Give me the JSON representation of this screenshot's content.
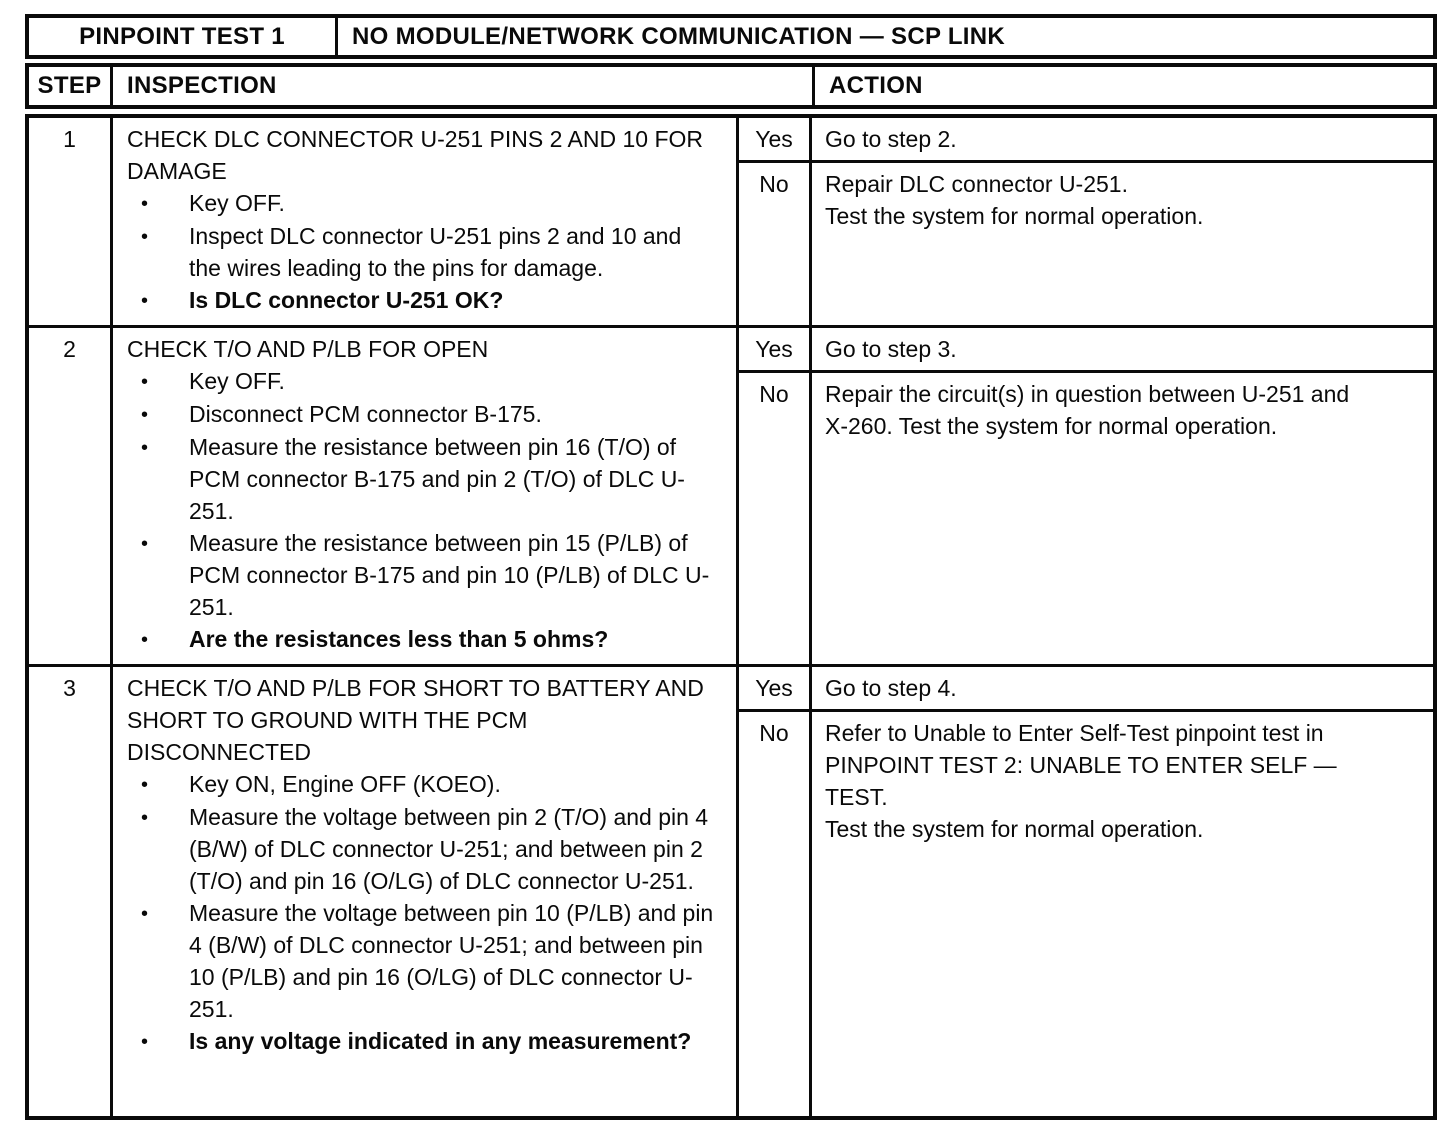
{
  "title_row": {
    "test_id": "PINPOINT TEST 1",
    "test_name": "NO MODULE/NETWORK COMMUNICATION — SCP LINK"
  },
  "column_headers": {
    "step": "STEP",
    "inspection": "INSPECTION",
    "action": "ACTION"
  },
  "steps": [
    {
      "num": "1",
      "title": "CHECK DLC CONNECTOR U-251 PINS 2 AND 10 FOR DAMAGE",
      "bullets": [
        {
          "text": "Key OFF.",
          "bold": false
        },
        {
          "text": "Inspect DLC connector U-251 pins 2 and 10 and the wires leading to the pins for damage.",
          "bold": false
        },
        {
          "text": "Is DLC connector U-251 OK?",
          "bold": true
        }
      ],
      "yes_label": "Yes",
      "yes_action": "Go to step 2.",
      "no_label": "No",
      "no_action": "Repair DLC connector U-251.\nTest the system for normal operation."
    },
    {
      "num": "2",
      "title": "CHECK T/O AND P/LB FOR OPEN",
      "bullets": [
        {
          "text": "Key OFF.",
          "bold": false
        },
        {
          "text": "Disconnect PCM connector B-175.",
          "bold": false
        },
        {
          "text": "Measure the resistance between pin 16 (T/O) of PCM connector B-175 and pin 2 (T/O) of DLC U-251.",
          "bold": false
        },
        {
          "text": "Measure the resistance between pin 15 (P/LB) of PCM connector B-175 and pin 10 (P/LB) of DLC U-251.",
          "bold": false
        },
        {
          "text": "Are the resistances less than 5 ohms?",
          "bold": true
        }
      ],
      "yes_label": "Yes",
      "yes_action": "Go to step 3.",
      "no_label": "No",
      "no_action": "Repair the circuit(s) in question between U-251 and X-260. Test the system for normal operation."
    },
    {
      "num": "3",
      "title": "CHECK T/O AND P/LB FOR SHORT TO BATTERY AND SHORT TO GROUND WITH THE PCM DISCONNECTED",
      "bullets": [
        {
          "text": "Key ON, Engine OFF (KOEO).",
          "bold": false
        },
        {
          "text": "Measure the voltage between pin 2 (T/O) and pin 4 (B/W) of DLC connector U-251; and between pin 2 (T/O) and pin 16 (O/LG) of DLC connector U-251.",
          "bold": false
        },
        {
          "text": "Measure the voltage between pin 10 (P/LB) and pin 4 (B/W) of DLC connector U-251; and between pin 10 (P/LB) and pin 16 (O/LG) of DLC connector U-251.",
          "bold": false
        },
        {
          "text": "Is any voltage indicated in any measurement?",
          "bold": true
        }
      ],
      "yes_label": "Yes",
      "yes_action": "Go to step 4.",
      "no_label": "No",
      "no_action": "Refer to Unable to Enter Self-Test pinpoint test in PINPOINT TEST 2: UNABLE TO ENTER SELF — TEST.\nTest the system for normal operation."
    }
  ],
  "bullet_glyph": "•"
}
